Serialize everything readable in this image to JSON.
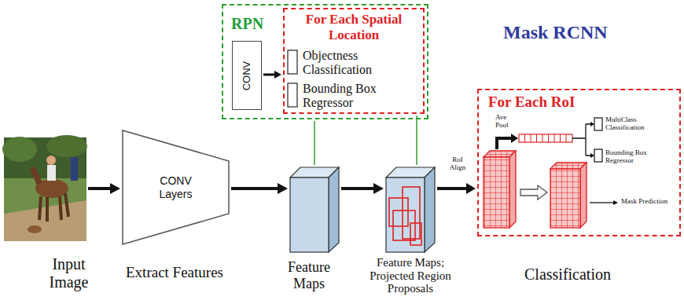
{
  "diagram": {
    "title": "Mask RCNN",
    "nodes": [
      {
        "text": [
          "Input Image"
        ]
      },
      {
        "text": [
          "CONV Layers"
        ]
      },
      {
        "text": [
          "Feature Maps"
        ]
      },
      {
        "text": [
          "Feature Maps; Projected Region Proposals"
        ]
      },
      {
        "text": [
          "RPN"
        ]
      },
      {
        "text": [
          "CONV"
        ],
        "in": 4
      },
      {
        "text": [
          "For Each Spatial Location"
        ],
        "in": 4
      },
      {
        "text": [
          "For Each RoI"
        ]
      }
    ],
    "edges": [
      {
        "from": 0,
        "to": 1,
        "arrow": "to"
      },
      {
        "from": 1,
        "to": 2,
        "arrow": "to"
      },
      {
        "from": 2,
        "to": 3,
        "arrow": "to"
      },
      {
        "from": 3,
        "to": 7,
        "label": "RoI Align",
        "arrow": "to"
      },
      {
        "from": 5,
        "to": 6,
        "arrow": "to"
      },
      {
        "from": 2,
        "to": 4,
        "arrow": "none"
      },
      {
        "from": 6,
        "to": 3,
        "arrow": "none"
      }
    ],
    "labels": [
      "Extract Features",
      "Classification",
      "Objectness Classification",
      "Bounding Box Regressor",
      "Ave Pool",
      "MultiClass Classification",
      "Bounding Box Regressor",
      "Mask Prediction"
    ]
  }
}
